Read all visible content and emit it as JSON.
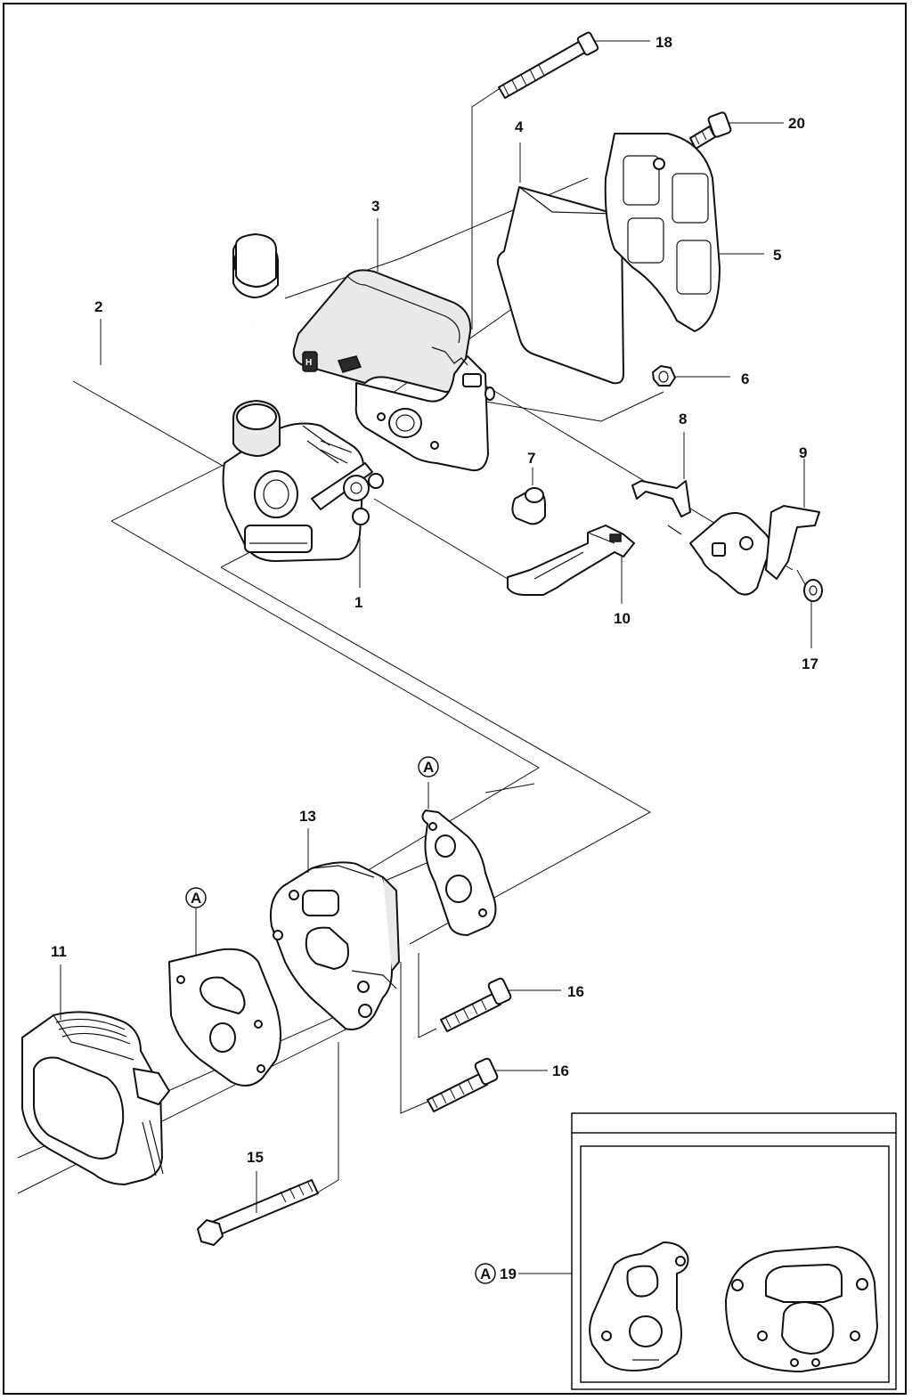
{
  "diagram": {
    "callouts": {
      "c1": "1",
      "c2": "2",
      "c3": "3",
      "c4": "4",
      "c5": "5",
      "c6": "6",
      "c7": "7",
      "c8": "8",
      "c9": "9",
      "c10": "10",
      "c11": "11",
      "c13": "13",
      "c15": "15",
      "c16a": "16",
      "c16b": "16",
      "c17": "17",
      "c18": "18",
      "c19": "19",
      "c20": "20"
    },
    "markers": {
      "a_top": "A",
      "a_left": "A",
      "a_kit": "A"
    }
  }
}
